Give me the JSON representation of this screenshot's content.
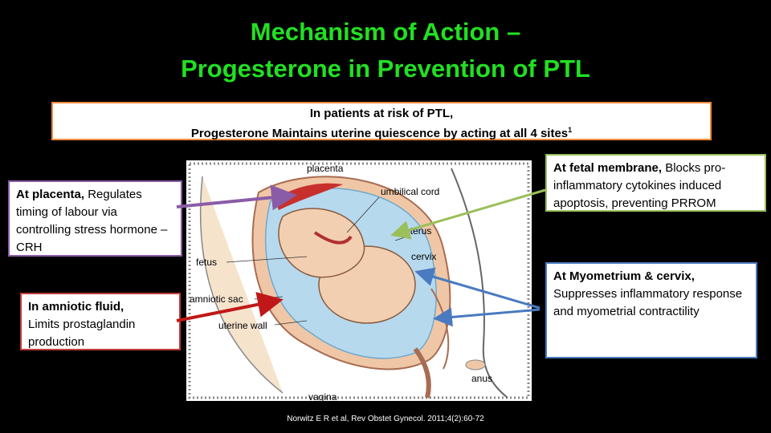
{
  "title": {
    "line1": "Mechanism of Action –",
    "line2": "Progesterone in Prevention of PTL"
  },
  "summary": {
    "line1": "In patients at risk of PTL,",
    "line2": "Progesterone Maintains uterine quiescence by acting at all 4 sites",
    "sup": "1"
  },
  "diagram_labels": {
    "placenta": "placenta",
    "umbilical_cord": "umbilical cord",
    "uterus": "uterus",
    "cervix": "cervix",
    "fetus": "fetus",
    "amniotic_sac": "amniotic sac",
    "uterine_wall": "uterine wall",
    "anus": "anus",
    "vagina": "vagina"
  },
  "callouts": {
    "placenta": {
      "head": "At placenta,",
      "body": " Regulates timing of  labour via controlling stress hormone – CRH"
    },
    "amniotic": {
      "head": "In amniotic fluid,",
      "body": "Limits  prostaglandin production"
    },
    "fetal": {
      "head": "At fetal membrane,",
      "body": " Blocks pro-inflammatory  cytokines induced apoptosis, preventing  PRROM"
    },
    "myometrium": {
      "head": "At Myometrium & cervix,",
      "body": "Suppresses inflammatory response  and myometrial contractility"
    }
  },
  "colors": {
    "title": "#22e022",
    "placenta_arrow": "#8a5ca8",
    "amniotic_arrow": "#c01818",
    "fetal_arrow": "#9bbf5a",
    "myometrium_arrow": "#4a7ac0",
    "summary_border": "#f08a3c"
  },
  "citation": "Norwitz E R et al, Rev Obstet Gynecol. 2011;4(2):60-72"
}
